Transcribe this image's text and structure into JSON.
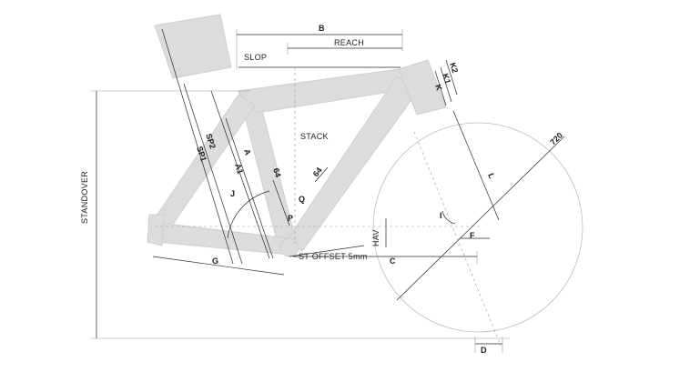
{
  "labels": {
    "b": "B",
    "reach": "REACH",
    "slop": "SLOP",
    "stack": "STACK",
    "standover": "STANDOVER",
    "sp1": "SP1",
    "sp2": "SP2",
    "a": "A",
    "a1": "A1",
    "j": "J",
    "p": "P",
    "q": "Q",
    "angle_64_left": "64",
    "angle_64_right": "64",
    "k": "K",
    "k1": "K1",
    "k2": "K2",
    "wheel_720": "720",
    "l": "L",
    "i": "I",
    "f": "F",
    "hav": "HAV",
    "st_offset": "ST OFFSET 5mm",
    "c": "C",
    "g": "G",
    "d": "D"
  },
  "colors": {
    "frame_fill": "#dcdcdc",
    "line": "#2a2a2a",
    "guide": "#9a9a9a"
  }
}
